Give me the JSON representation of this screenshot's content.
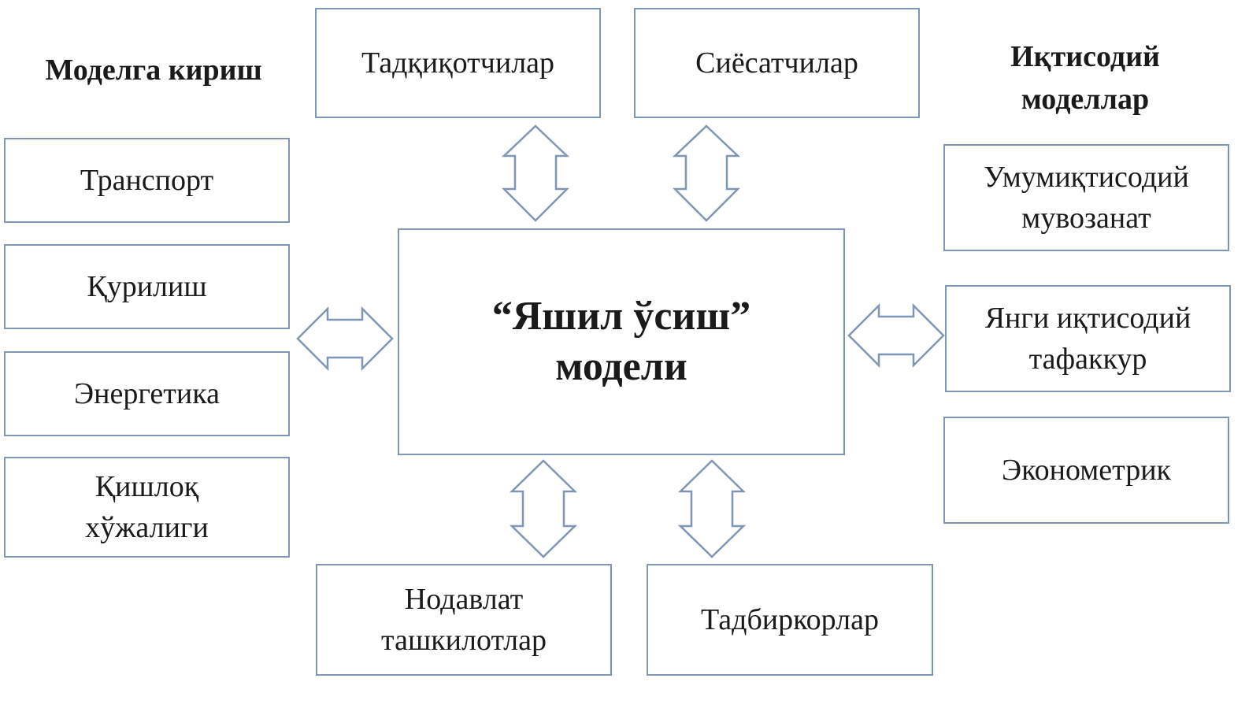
{
  "headings": {
    "inputs": "Моделга кириш",
    "economic_models": [
      "Иқтисодий",
      "моделлар"
    ]
  },
  "center": [
    "“Яшил ўсиш”",
    "модели"
  ],
  "top_boxes": [
    "Тадқиқотчилар",
    "Сиёсатчилар"
  ],
  "bottom_boxes": [
    [
      "Нодавлат",
      "ташкилотлар"
    ],
    [
      "Тадбиркорлар"
    ]
  ],
  "left_boxes": [
    [
      "Транспорт"
    ],
    [
      "Қурилиш"
    ],
    [
      "Энергетика"
    ],
    [
      "Қишлоқ",
      "хўжалиги"
    ]
  ],
  "right_boxes": [
    [
      "Умумиқтисодий",
      "мувозанат"
    ],
    [
      "Янги иқтисодий",
      "тафаккур"
    ],
    [
      "Эконометрик"
    ]
  ],
  "colors": {
    "border": "#7f96b4",
    "text": "#1a1a1a",
    "background": "#ffffff"
  }
}
